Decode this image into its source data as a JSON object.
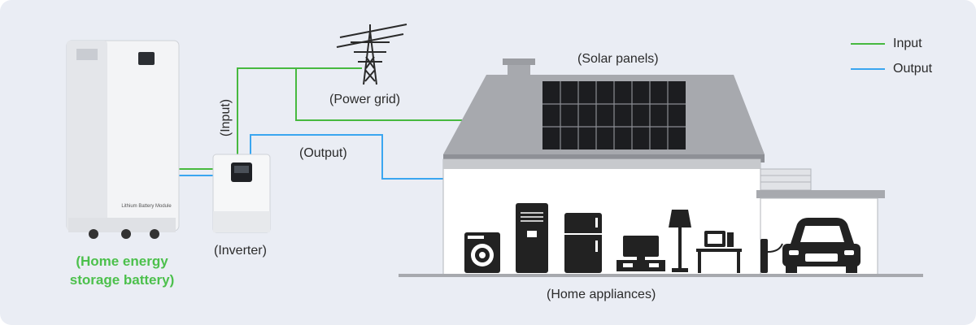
{
  "legend": {
    "input_label": "Input",
    "output_label": "Output",
    "input_color": "#47b93f",
    "output_color": "#3aa6f0"
  },
  "labels": {
    "solar_panels": "(Solar panels)",
    "power_grid": "(Power grid)",
    "input": "(Input)",
    "output": "(Output)",
    "inverter": "(Inverter)",
    "home_appliances": "(Home appliances)",
    "battery_line1": "(Home energy",
    "battery_line2": "storage battery)",
    "battery_module_text": "Lithium Battery Module"
  },
  "colors": {
    "background": "#eaedf4",
    "house_dark": "#2a2a2a",
    "roof": "#a7a9ae",
    "battery_green": "#4cc04c"
  },
  "icons": [
    "transmission-tower-icon",
    "washing-machine-icon",
    "air-conditioner-icon",
    "refrigerator-icon",
    "television-icon",
    "floor-lamp-icon",
    "desktop-computer-icon",
    "car-icon",
    "ev-charger-icon"
  ]
}
